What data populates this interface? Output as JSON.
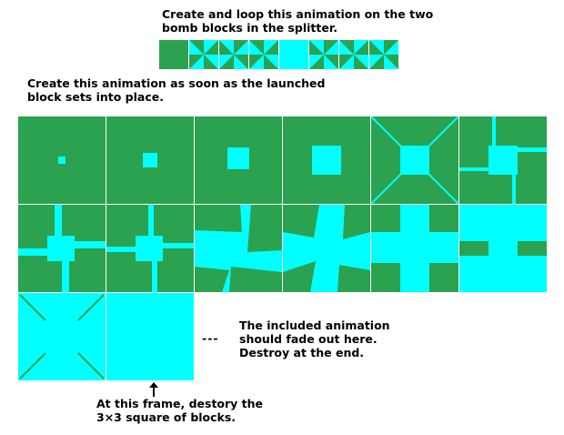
{
  "notes": {
    "bomb_loop": [
      "Create and loop this animation on the two",
      "bomb blocks in the splitter."
    ],
    "launch_anim": [
      "Create this animation as soon as the launched",
      "block sets into place."
    ],
    "fade_out": [
      "The included animation",
      "should fade out here.",
      "Destroy at the end."
    ],
    "destroy_frame": [
      "At this frame, destory the",
      "3×3 square of blocks."
    ],
    "ellipsis": "---"
  },
  "colors": {
    "green": "#2ba24f",
    "cyan": "#00ffff",
    "divider": "#ffffff"
  },
  "icons": {
    "arrow": "up-arrow-icon"
  }
}
